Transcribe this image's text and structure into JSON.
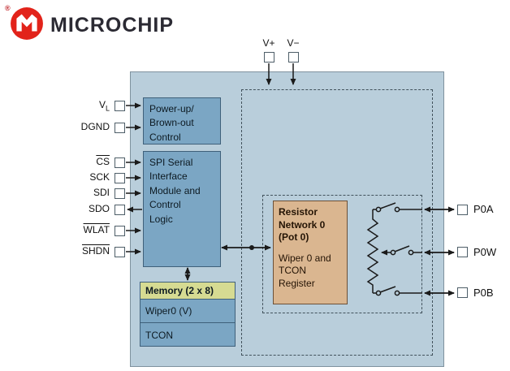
{
  "logo": {
    "reg": "®",
    "brand": "MICROCHIP"
  },
  "top_pins": {
    "vplus": "V+",
    "vminus": "V−"
  },
  "left_pins": {
    "vl": {
      "text": "V",
      "sub": "L"
    },
    "dgnd": {
      "text": "DGND"
    },
    "cs": {
      "text": "CS"
    },
    "sck": {
      "text": "SCK"
    },
    "sdi": {
      "text": "SDI"
    },
    "sdo": {
      "text": "SDO"
    },
    "wlat": {
      "text": "WLAT"
    },
    "shdn": {
      "text": "SHDN"
    }
  },
  "right_pins": {
    "p0a": "P0A",
    "p0w": "P0W",
    "p0b": "P0B"
  },
  "blocks": {
    "power": {
      "lines": [
        "Power-up/",
        "Brown-out",
        "Control"
      ]
    },
    "spi": {
      "lines": [
        "SPI Serial",
        "Interface",
        "Module and",
        "Control",
        "Logic"
      ]
    },
    "memory": {
      "header": "Memory (2 x 8)",
      "rows": [
        "Wiper0 (V)",
        "TCON"
      ]
    },
    "resistor_network": {
      "title": "Resistor Network 0",
      "subtitle": "(Pot 0)",
      "body": "Wiper 0 and TCON Register"
    }
  },
  "colors": {
    "diagram_bg": "#b9cedb",
    "block_fill": "#7ba6c4",
    "block_border": "#3f607a",
    "memory_header_fill": "#d6db92",
    "resistor_fill": "#dab690",
    "pin_fill": "#ffffff",
    "line_color": "#1a1a1a",
    "logo_red": "#e2231a",
    "brand_text": "#2b2a33"
  }
}
